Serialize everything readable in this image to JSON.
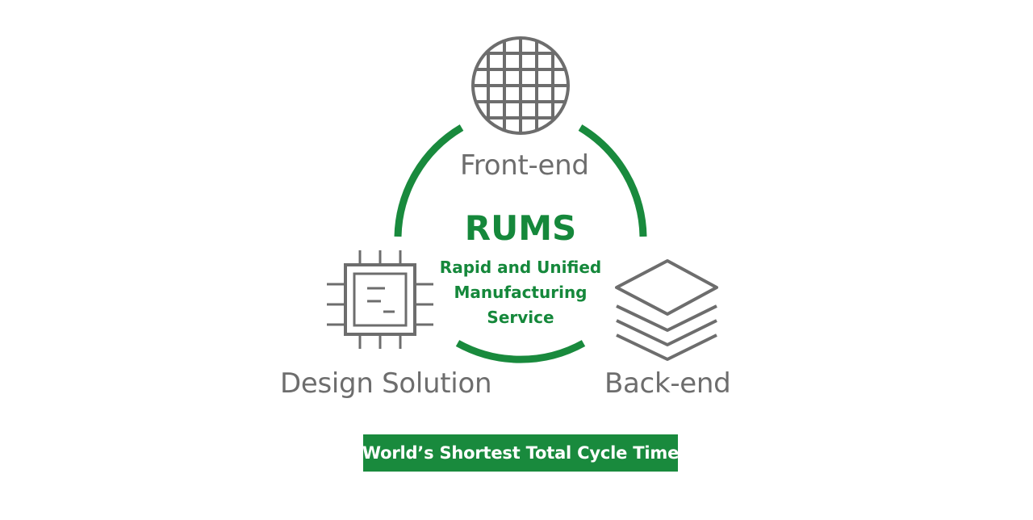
{
  "nodes": {
    "front_end": "Front-end",
    "design_solution": "Design Solution",
    "back_end": "Back-end"
  },
  "center": {
    "title": "RUMS",
    "subtitle_lines": [
      "Rapid and Unified",
      "Manufacturing",
      "Service"
    ]
  },
  "banner": {
    "text": "World’s Shortest Total Cycle Time"
  },
  "colors": {
    "accent_green": "#15883b",
    "icon_gray": "#6d6d6d",
    "text_gray": "#6d6d6d",
    "background": "#ffffff"
  },
  "icons": {
    "front_end": "wafer-grid-icon",
    "design_solution": "chip-icon",
    "back_end": "layers-stack-icon"
  }
}
